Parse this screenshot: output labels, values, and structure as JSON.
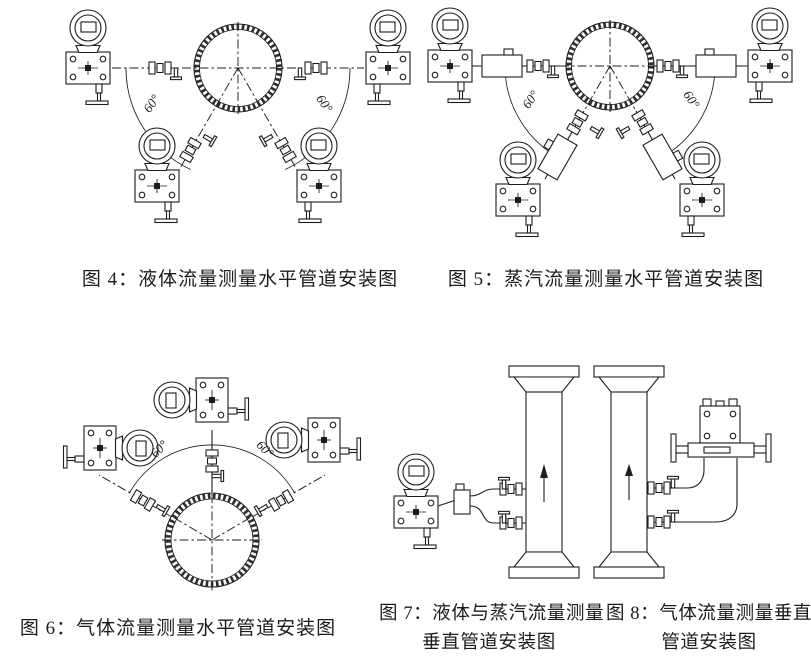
{
  "page": {
    "background": "#ffffff",
    "ink_color": "#1d1d1d",
    "description": "差压变送器流量测量安装图"
  },
  "figures": [
    {
      "id": "fig4",
      "caption": "图 4：液体流量测量水平管道安装图",
      "angle_labels": [
        "60°",
        "60°"
      ]
    },
    {
      "id": "fig5",
      "caption": "图 5：蒸汽流量测量水平管道安装图",
      "angle_labels": [
        "60°",
        "60°"
      ]
    },
    {
      "id": "fig6",
      "caption": "图 6：气体流量测量水平管道安装图",
      "angle_labels": [
        "60°",
        "60°"
      ]
    },
    {
      "id": "fig7",
      "caption_line1": "图 7：液体与蒸汽流量测量",
      "caption_line2": "垂直管道安装图"
    },
    {
      "id": "fig8",
      "caption_line1": "图 8：气体流量测量垂直",
      "caption_line2": "管道安装图"
    }
  ]
}
